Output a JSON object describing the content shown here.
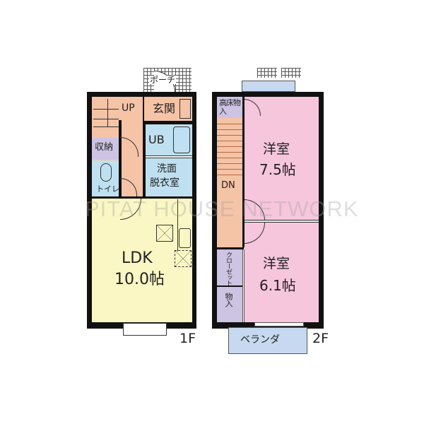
{
  "floor1": {
    "label": "1F",
    "rooms": {
      "porch": "ポーチ",
      "stairs_up": "UP",
      "entrance": "玄関",
      "storage": "収納",
      "toilet": "トイレ",
      "bath": "UB",
      "washroom_line1": "洗面",
      "washroom_line2": "脱衣室",
      "ldk_name": "LDK",
      "ldk_size": "10.0帖"
    }
  },
  "floor2": {
    "label": "2F",
    "rooms": {
      "loft_storage": "高床物入",
      "stairs_down": "DN",
      "western_room_a_name": "洋室",
      "western_room_a_size": "7.5帖",
      "closet": "クローゼット",
      "storage": "物入",
      "western_room_b_name": "洋室",
      "western_room_b_size": "6.1帖",
      "veranda": "ベランダ"
    }
  },
  "watermark": "PITAT HOUSE NETWORK",
  "colors": {
    "ldk": "#fbf7c4",
    "wet_areas": "#bfe0f0",
    "hallway": "#f5c3a6",
    "storage": "#cdc3e3",
    "western_room": "#f6c6dd",
    "veranda": "#c7d9f0",
    "wall": "#111111"
  }
}
